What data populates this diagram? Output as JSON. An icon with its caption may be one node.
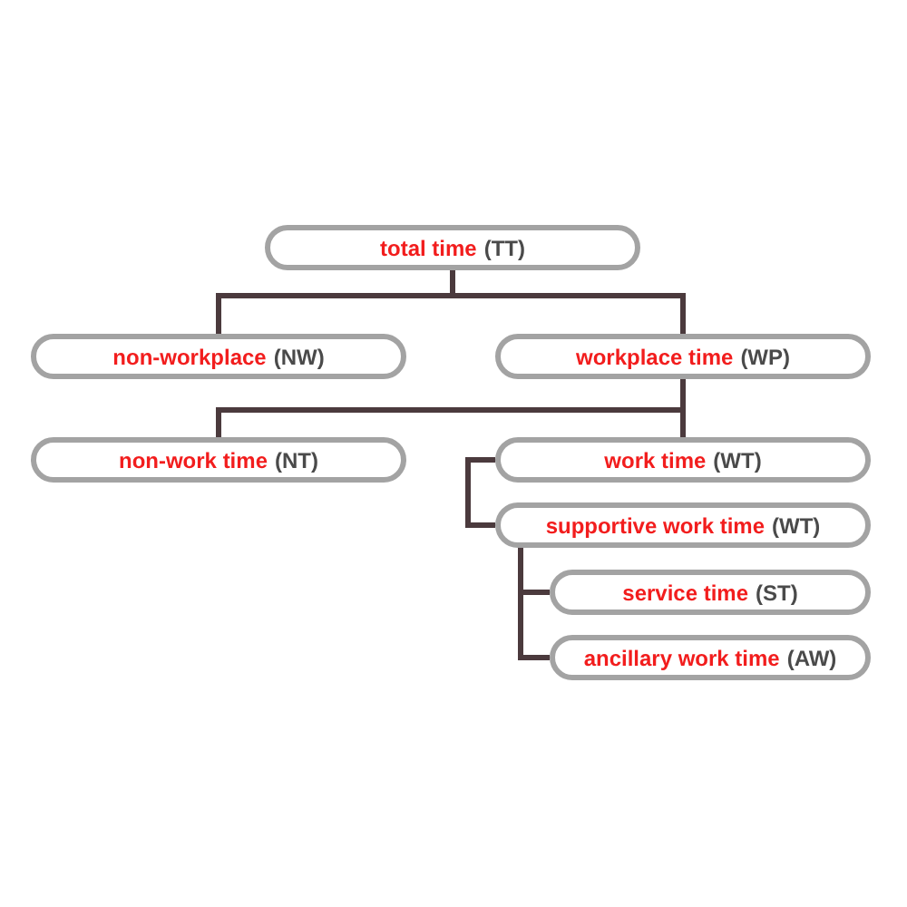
{
  "diagram": {
    "nodes": [
      {
        "text": [
          "total time",
          "(TT)"
        ]
      },
      {
        "text": [
          "non-workplace",
          "(NW)"
        ]
      },
      {
        "text": [
          "workplace time",
          "(WP)"
        ]
      },
      {
        "text": [
          "non-work time",
          "(NT)"
        ]
      },
      {
        "text": [
          "work time",
          "(WT)"
        ]
      },
      {
        "text": [
          "supportive work time",
          "(WT)"
        ]
      },
      {
        "text": [
          "service time",
          "(ST)"
        ]
      },
      {
        "text": [
          "ancillary work time",
          "(AW)"
        ]
      }
    ],
    "edges": [
      {
        "from": 0,
        "to": 1,
        "arrow": "none"
      },
      {
        "from": 0,
        "to": 2,
        "arrow": "none"
      },
      {
        "from": 2,
        "to": 3,
        "arrow": "none"
      },
      {
        "from": 2,
        "to": 4,
        "arrow": "none"
      },
      {
        "from": 4,
        "to": 5,
        "arrow": "none"
      },
      {
        "from": 5,
        "to": 6,
        "arrow": "none"
      },
      {
        "from": 5,
        "to": 7,
        "arrow": "none"
      }
    ]
  }
}
